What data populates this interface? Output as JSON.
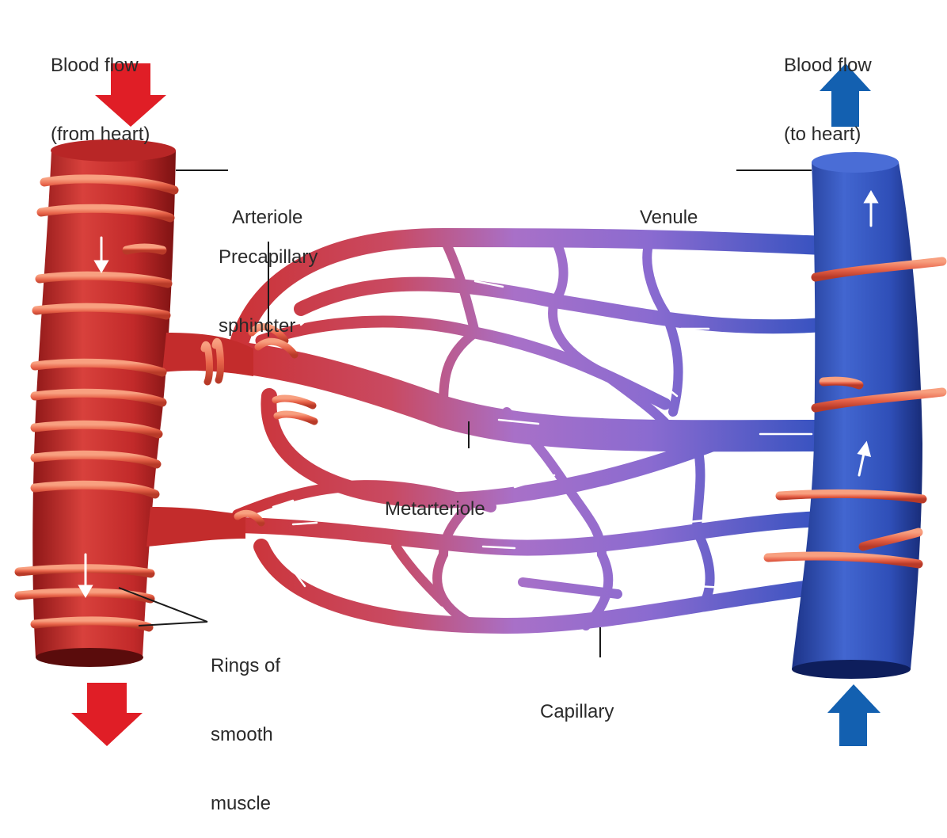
{
  "labels": {
    "flow_in_line1": "Blood flow",
    "flow_in_line2": "(from heart)",
    "flow_out_line1": "Blood flow",
    "flow_out_line2": "(to heart)",
    "arteriole": "Arteriole",
    "venule": "Venule",
    "precapillary_line1": "Precapillary",
    "precapillary_line2": "sphincter",
    "metarteriole": "Metarteriole",
    "rings_line1": "Rings of",
    "rings_line2": "smooth",
    "rings_line3": "muscle",
    "capillary": "Capillary"
  },
  "colors": {
    "artery_red": "#cc2e2e",
    "artery_dark": "#8e1717",
    "muscle_orange": "#e8644a",
    "capillary_purple": "#a06ac0",
    "vein_blue": "#2f4fb8",
    "vein_dark": "#1c3388",
    "arrow_red": "#e01e26",
    "arrow_blue": "#1360b0",
    "leader_line": "#1a1a1a"
  }
}
